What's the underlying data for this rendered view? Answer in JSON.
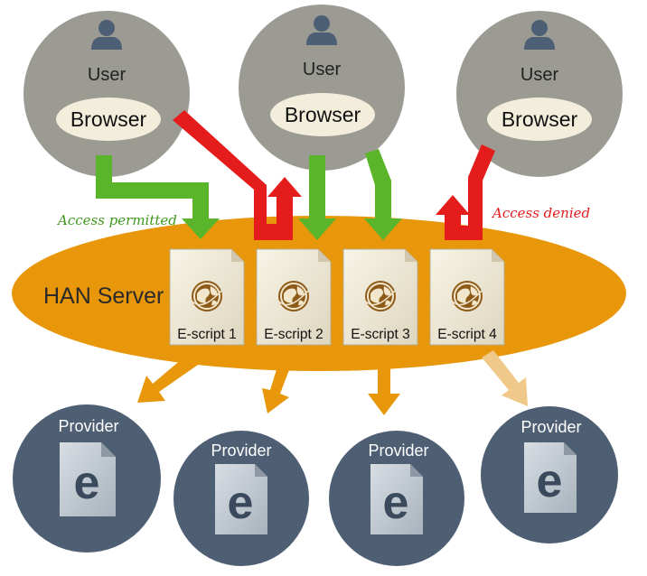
{
  "users": [
    {
      "user_label": "User",
      "browser_label": "Browser"
    },
    {
      "user_label": "User",
      "browser_label": "Browser"
    },
    {
      "user_label": "User",
      "browser_label": "Browser"
    }
  ],
  "server": {
    "label": "HAN Server"
  },
  "scripts": [
    {
      "label": "E-script 1"
    },
    {
      "label": "E-script 2"
    },
    {
      "label": "E-script 3"
    },
    {
      "label": "E-script 4"
    }
  ],
  "providers": [
    {
      "label": "Provider",
      "icon_letter": "e"
    },
    {
      "label": "Provider",
      "icon_letter": "e"
    },
    {
      "label": "Provider",
      "icon_letter": "e"
    },
    {
      "label": "Provider",
      "icon_letter": "e"
    }
  ],
  "annotations": {
    "permitted": "Access permitted",
    "denied": "Access denied"
  },
  "colors": {
    "user_circle": "#9b9a93",
    "browser_pill": "#f2eedb",
    "server": "#e8960a",
    "permitted_arrow": "#5ab52a",
    "denied_arrow": "#e51c1c",
    "provider_arrow": "#e8960a",
    "provider_arrow_faded": "#f0c98a",
    "provider_circle": "#4f5f73",
    "permitted_text": "#3f9a1e",
    "denied_text": "#e51c1c"
  },
  "icons": {
    "user": "person-silhouette-icon",
    "script": "globe-document-icon",
    "provider": "e-document-icon"
  }
}
